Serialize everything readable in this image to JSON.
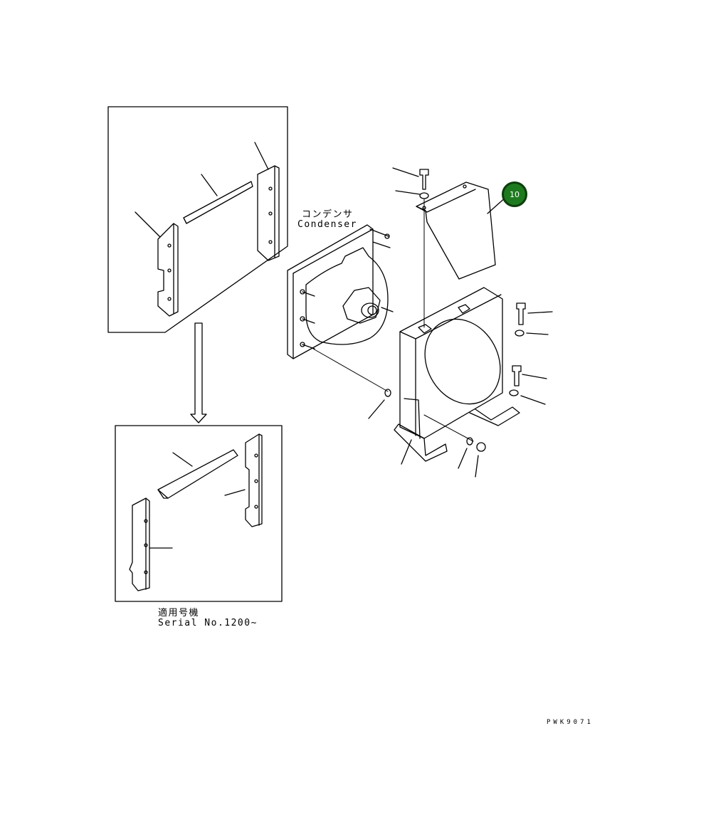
{
  "labels": {
    "condenser_jp": "コンデンサ",
    "condenser_en": "Condenser",
    "serial_jp": "適用号機",
    "serial_en": "Serial No.1200~",
    "drawing_code": "PWK9071"
  },
  "callout": {
    "number": "10",
    "color": "#1e7a1e"
  }
}
